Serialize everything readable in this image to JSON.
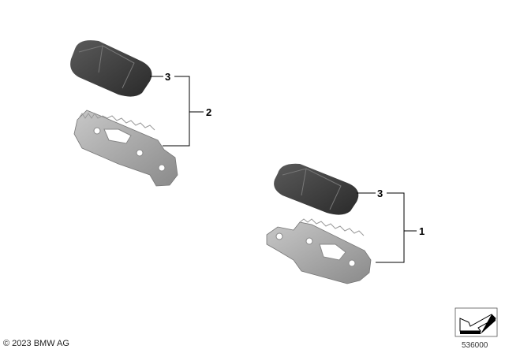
{
  "callouts": [
    {
      "label": "3"
    },
    {
      "label": "2"
    },
    {
      "label": "3"
    },
    {
      "label": "1"
    }
  ],
  "copyright": "© 2023 BMW AG",
  "diagram_id": "536000",
  "icon": "arrow-down-left-icon"
}
